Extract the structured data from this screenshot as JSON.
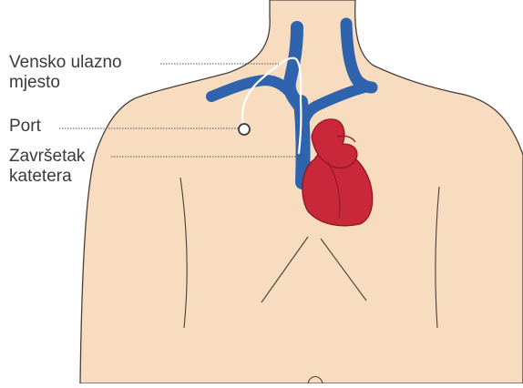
{
  "labels": {
    "venous_entry_line1": "Vensko ulazno",
    "venous_entry_line2": "mjesto",
    "port": "Port",
    "catheter_tip_line1": "Završetak",
    "catheter_tip_line2": "katetera"
  },
  "colors": {
    "skin": "#f7dcbf",
    "skin_outline": "#4a3f3a",
    "vein": "#2f63ad",
    "heart": "#c9283a",
    "heart_dark": "#8e1424",
    "catheter": "#ffffff",
    "leader_line": "#555555"
  }
}
